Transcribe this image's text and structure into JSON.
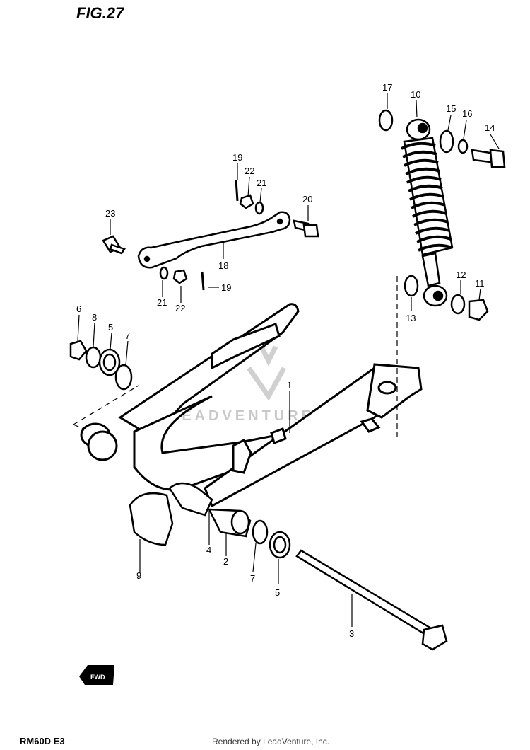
{
  "figure": {
    "title": "FIG.27",
    "model": "RM60D E3",
    "credit": "Rendered by LeadVenture, Inc.",
    "watermark": "LEADVENTURE",
    "fwd_label": "FWD"
  },
  "callouts": [
    {
      "id": "c17",
      "label": "17"
    },
    {
      "id": "c10",
      "label": "10"
    },
    {
      "id": "c15",
      "label": "15"
    },
    {
      "id": "c16",
      "label": "16"
    },
    {
      "id": "c14",
      "label": "14"
    },
    {
      "id": "c19a",
      "label": "19"
    },
    {
      "id": "c22a",
      "label": "22"
    },
    {
      "id": "c21a",
      "label": "21"
    },
    {
      "id": "c20",
      "label": "20"
    },
    {
      "id": "c23",
      "label": "23"
    },
    {
      "id": "c18",
      "label": "18"
    },
    {
      "id": "c21b",
      "label": "21"
    },
    {
      "id": "c22b",
      "label": "22"
    },
    {
      "id": "c19b",
      "label": "19"
    },
    {
      "id": "c12",
      "label": "12"
    },
    {
      "id": "c11",
      "label": "11"
    },
    {
      "id": "c13",
      "label": "13"
    },
    {
      "id": "c6",
      "label": "6"
    },
    {
      "id": "c8",
      "label": "8"
    },
    {
      "id": "c5a",
      "label": "5"
    },
    {
      "id": "c7a",
      "label": "7"
    },
    {
      "id": "c1",
      "label": "1"
    },
    {
      "id": "c9",
      "label": "9"
    },
    {
      "id": "c4",
      "label": "4"
    },
    {
      "id": "c2",
      "label": "2"
    },
    {
      "id": "c7b",
      "label": "7"
    },
    {
      "id": "c5b",
      "label": "5"
    },
    {
      "id": "c3",
      "label": "3"
    }
  ]
}
